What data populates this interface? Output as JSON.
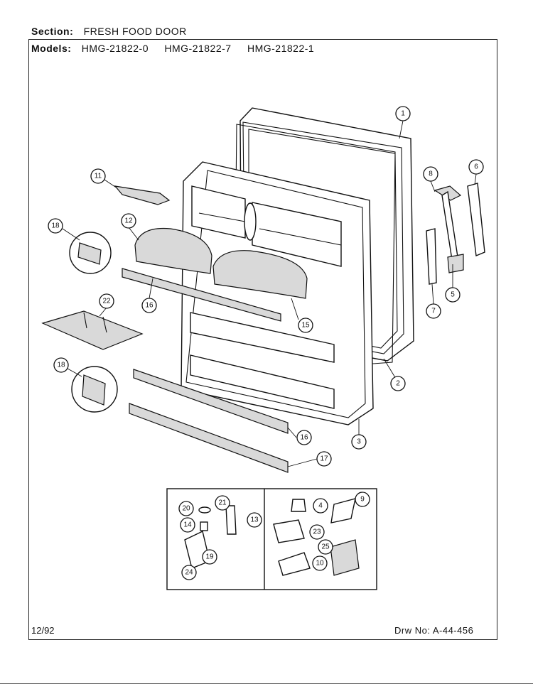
{
  "header": {
    "section_label": "Section:",
    "section_value": "FRESH FOOD DOOR",
    "models_label": "Models:",
    "models": [
      "HMG-21822-0",
      "HMG-21822-7",
      "HMG-21822-1"
    ]
  },
  "footer": {
    "date": "12/92",
    "drawing_number": "Drw No: A-44-456"
  },
  "callouts": {
    "c1": "1",
    "c2": "2",
    "c3": "3",
    "c4": "4",
    "c5": "5",
    "c6": "6",
    "c7": "7",
    "c8": "8",
    "c9": "9",
    "c10": "10",
    "c11": "11",
    "c12": "12",
    "c13": "13",
    "c14": "14",
    "c15": "15",
    "c16a": "16",
    "c16b": "16",
    "c17": "17",
    "c18a": "18",
    "c18b": "18",
    "c19": "19",
    "c20": "20",
    "c21": "21",
    "c22": "22",
    "c23": "23",
    "c24": "24",
    "c25": "25"
  }
}
